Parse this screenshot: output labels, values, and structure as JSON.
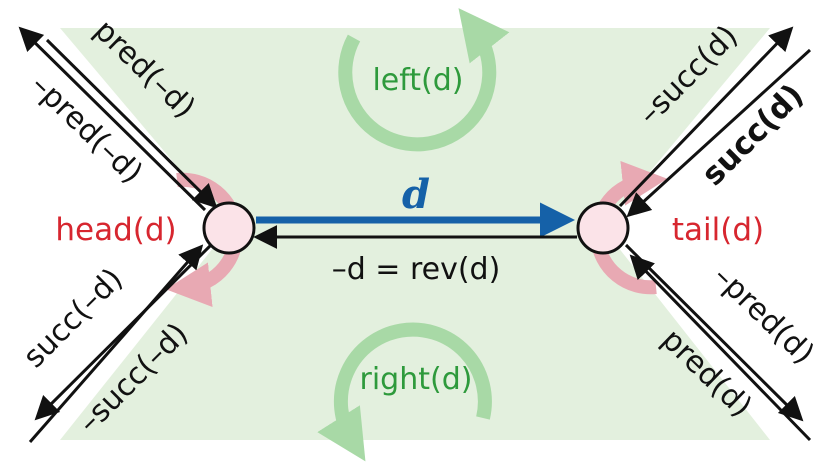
{
  "colors": {
    "background_region": "#e3f0de",
    "face_arrow": "#a8d9a6",
    "vertex_arrow": "#e8a9b3",
    "vertex_fill": "#fbe3e8",
    "dart": "#1561a8",
    "head_tail_text": "#d7262f",
    "face_text": "#2e9a3c"
  },
  "labels": {
    "dart": "d",
    "head": "head(d)",
    "tail": "tail(d)",
    "left": "left(d)",
    "right": "right(d)",
    "rev": "–d = rev(d)",
    "top_left_outer": "pred(–d)",
    "top_left_inner": "–pred(–d)",
    "bottom_left_inner": "succ(–d)",
    "bottom_left_outer": "–succ(–d)",
    "top_right_inner": "–succ(d)",
    "top_right_outer": "succ(d)",
    "bottom_right_inner": "–pred(d)",
    "bottom_right_outer": "pred(d)"
  }
}
